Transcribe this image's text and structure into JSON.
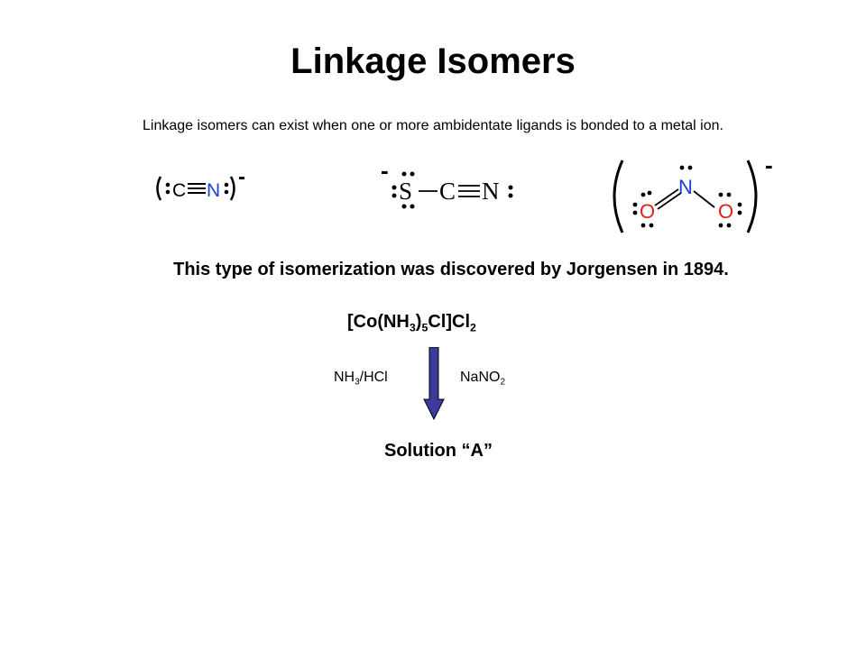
{
  "slide": {
    "title": "Linkage Isomers",
    "subtitle": "Linkage isomers can exist when one or more ambidentate ligands is bonded to a metal ion.",
    "fact": "This type of isomerization was discovered by Jorgensen in 1894."
  },
  "cyanide": {
    "atom_c": "C",
    "atom_n": "N",
    "charge": "-"
  },
  "thiocyanate": {
    "atom_s": "S",
    "atom_c": "C",
    "atom_n": "N",
    "charge": "-"
  },
  "nitrite": {
    "atom_n": "N",
    "atom_o1": "O",
    "atom_o2": "O",
    "charge": "-"
  },
  "reaction": {
    "complex": {
      "p1": "[Co(NH",
      "s1": "3",
      "p2": ")",
      "s2": "5",
      "p3": "Cl]Cl",
      "s3": "2"
    },
    "reagent_left": {
      "p1": "NH",
      "s1": "3",
      "p2": "/HCl"
    },
    "reagent_right": {
      "p1": "NaNO",
      "s1": "2"
    },
    "product": "Solution “A”",
    "arrow_color": "#3b3b9e"
  }
}
